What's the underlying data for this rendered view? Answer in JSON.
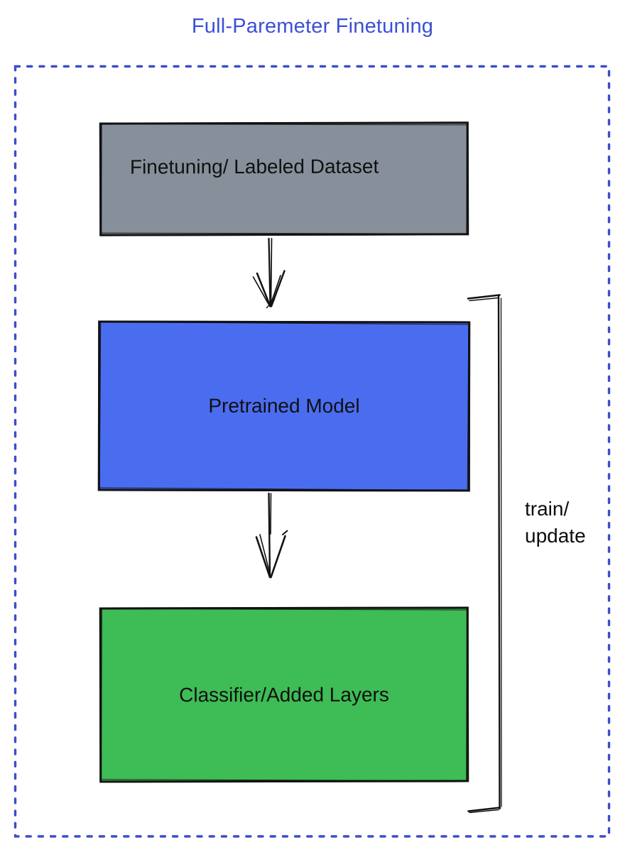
{
  "title": {
    "text": "Full-Paremeter Finetuning",
    "color": "#3c50d4"
  },
  "frame": {
    "style": "dashed",
    "color": "#3b4ec9"
  },
  "nodes": [
    {
      "id": "finetuning-dataset",
      "label": "Finetuning/ Labeled Dataset",
      "fill": "#87909a"
    },
    {
      "id": "pretrained-model",
      "label": "Pretrained Model",
      "fill": "#4a6df0"
    },
    {
      "id": "classifier-added-layers",
      "label": "Classifier/Added Layers",
      "fill": "#3ebc55"
    }
  ],
  "edges": [
    {
      "from": "finetuning-dataset",
      "to": "pretrained-model",
      "type": "arrow-down"
    },
    {
      "from": "pretrained-model",
      "to": "classifier-added-layers",
      "type": "arrow-down"
    }
  ],
  "bracket": {
    "label_line1": "train/",
    "label_line2": "update"
  }
}
